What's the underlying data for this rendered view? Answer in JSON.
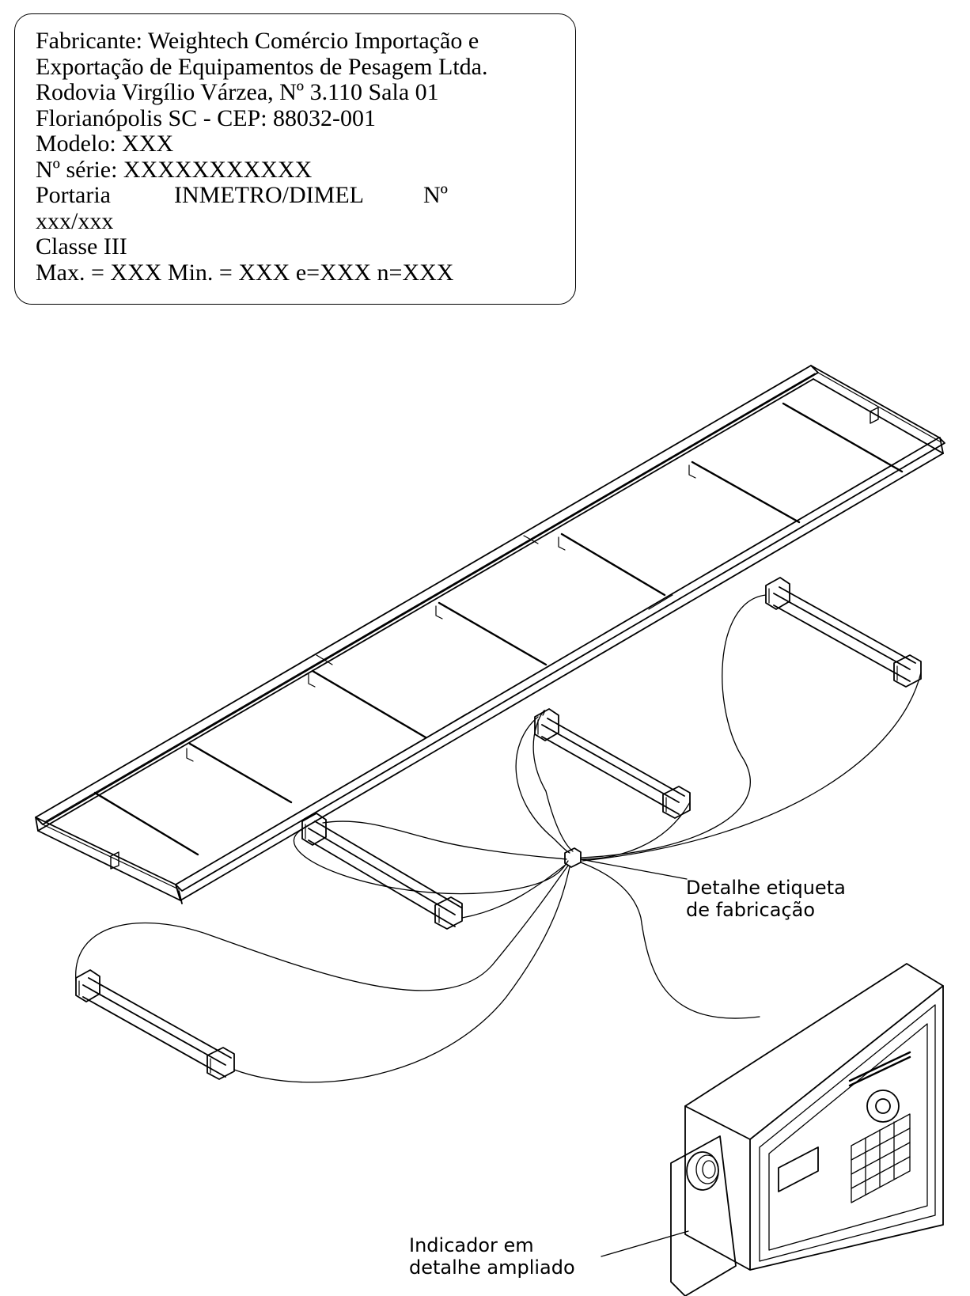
{
  "nameplate": {
    "fabricante": "Fabricante: Weightech Comércio Importação e",
    "empresa": "Exportação de Equipamentos de Pesagem Ltda.",
    "endereco": "Rodovia Virgílio Várzea, Nº 3.110 Sala 01",
    "cidade": "Florianópolis SC - CEP: 88032-001",
    "modelo": "Modelo: XXX",
    "serie": "Nº série: XXXXXXXXXXX",
    "portaria": "Portaria",
    "orgao": "INMETRO/DIMEL",
    "numero": "Nº",
    "portaria_num": "xxx/xxx",
    "classe": "Classe III",
    "capacidade": "Max. = XXX  Min. = XXX  e=XXX  n=XXX"
  },
  "callouts": {
    "label_detail_line1": "Detalhe etiqueta",
    "label_detail_line2": "de fabricação",
    "indicator_line1": "Indicador em",
    "indicator_line2": "detalhe ampliado"
  }
}
